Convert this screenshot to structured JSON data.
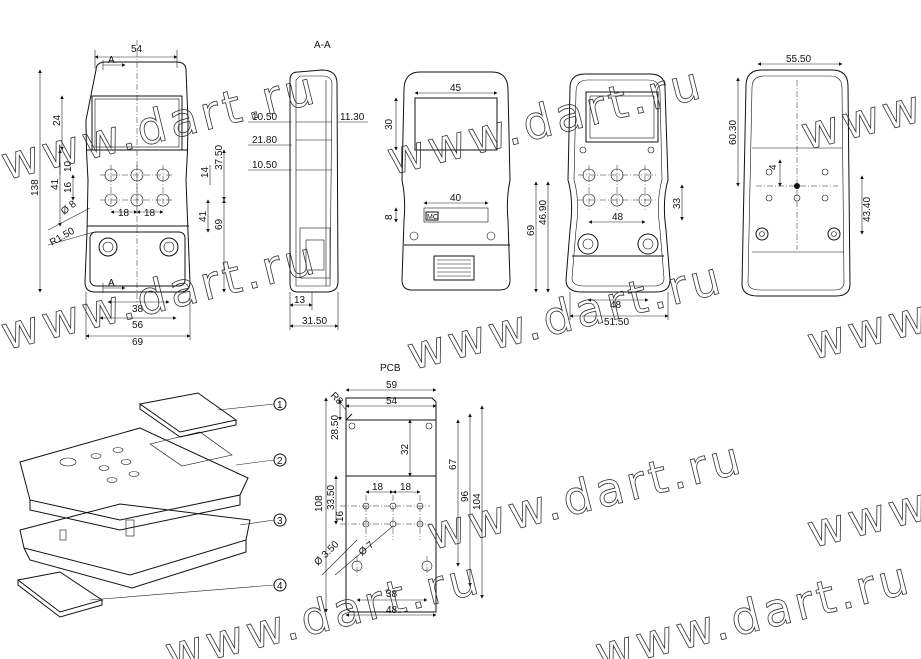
{
  "watermark": {
    "text": "www.dart.ru"
  },
  "labels": {
    "pcb": "PCB",
    "section_a": "A-A",
    "arrow_a": "A"
  },
  "callouts": [
    "1",
    "2",
    "3",
    "4"
  ],
  "front_view": {
    "d54": "54",
    "d138": "138",
    "d24": "24",
    "d10": "10",
    "d16": "16",
    "d41": "41",
    "d8": "Ø 8",
    "dr150": "R1.50",
    "d18a": "18",
    "d18b": "18",
    "d1450": "14",
    "d3750": "37.50",
    "d69v": "69",
    "d38": "38",
    "d56": "56",
    "d69h": "69",
    "d41b": "41"
  },
  "side_view": {
    "d1050a": "10.50",
    "d2180": "21.80",
    "d1050b": "10.50",
    "d1130": "11.30",
    "d13": "13",
    "d3150": "31.50"
  },
  "top_view": {
    "d45": "45",
    "d30": "30",
    "d40": "40",
    "d8": "8",
    "badge": "MC"
  },
  "inner_view": {
    "d4690": "46.90",
    "d69": "69",
    "d48a": "48",
    "d33": "33",
    "d48b": "48",
    "d5150": "51.50"
  },
  "back_view": {
    "d5550": "55.50",
    "d6030": "60.30",
    "d4": "4",
    "d4340": "43.40"
  },
  "pcb_view": {
    "d59": "59",
    "d54": "54",
    "dr8": "R8",
    "d2850": "28.50",
    "d32": "32",
    "d67": "67",
    "d96": "96",
    "d104": "104",
    "d108": "108",
    "d3350": "33.50",
    "d18a": "18",
    "d18b": "18",
    "d16": "16",
    "d350": "Ø 3.50",
    "d7": "Ø 7",
    "d38": "38",
    "d48": "48"
  }
}
